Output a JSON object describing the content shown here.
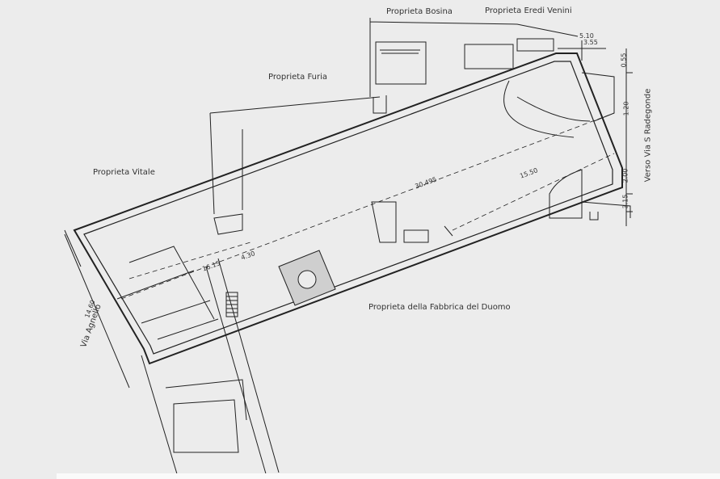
{
  "labels": {
    "bosina": "Proprieta Bosina",
    "venini": "Proprieta Eredi Venini",
    "furia": "Proprieta Furia",
    "vitale": "Proprieta Vitale",
    "duomo": "Proprieta della Fabbrica del Duomo",
    "radegonde": "Verso Via S Radegonde",
    "agnello": "Via Agnello",
    "agnello_num": "14.60"
  },
  "dimensions": {
    "length_total": "30.495",
    "length_partial": "15.50",
    "length_left": "16.15",
    "small": "4.30",
    "d_510": "5.10",
    "d_355": "3.55",
    "d_055": "0.55",
    "d_120": "1.20",
    "d_200": "2.00",
    "d_315": "3.15"
  }
}
